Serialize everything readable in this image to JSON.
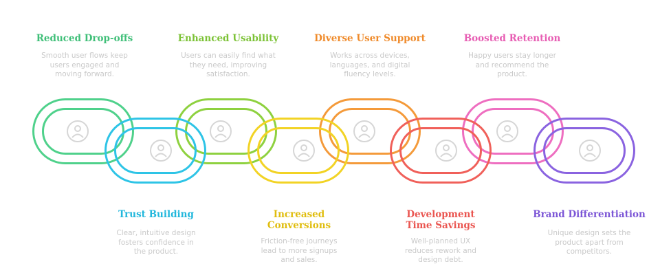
{
  "steps": [
    {
      "title": "Reduced Drop-offs",
      "desc": "Smooth user flows keep users engaged and moving forward.",
      "color": "#4fd18b",
      "icon": "user-flow-icon"
    },
    {
      "title": "Trust Building",
      "desc": "Clear, intuitive design fosters confidence in the product.",
      "color": "#2ec4e6",
      "icon": "handshake-people-icon"
    },
    {
      "title": "Enhanced Usability",
      "desc": "Users can easily find what they need, improving satisfaction.",
      "color": "#8ed13f",
      "icon": "search-user-icon"
    },
    {
      "title": "Increased Conversions",
      "desc": "Friction-free journeys lead to more signups and sales.",
      "color": "#f2d325",
      "icon": "funnel-arrow-icon"
    },
    {
      "title": "Diverse User Support",
      "desc": "Works across devices, languages, and digital fluency levels.",
      "color": "#f49a3a",
      "icon": "globe-user-icon"
    },
    {
      "title": "Development Time Savings",
      "desc": "Well-planned UX reduces rework and design debt.",
      "color": "#f0605a",
      "icon": "clock-gear-icon"
    },
    {
      "title": "Boosted Retention",
      "desc": "Happy users stay longer and recommend the product.",
      "color": "#ee6ec0",
      "icon": "smiley-plus-icon"
    },
    {
      "title": "Brand Differentiation",
      "desc": "Unique design sets the product apart from competitors.",
      "color": "#8a63e0",
      "icon": "waveform-icon"
    }
  ]
}
